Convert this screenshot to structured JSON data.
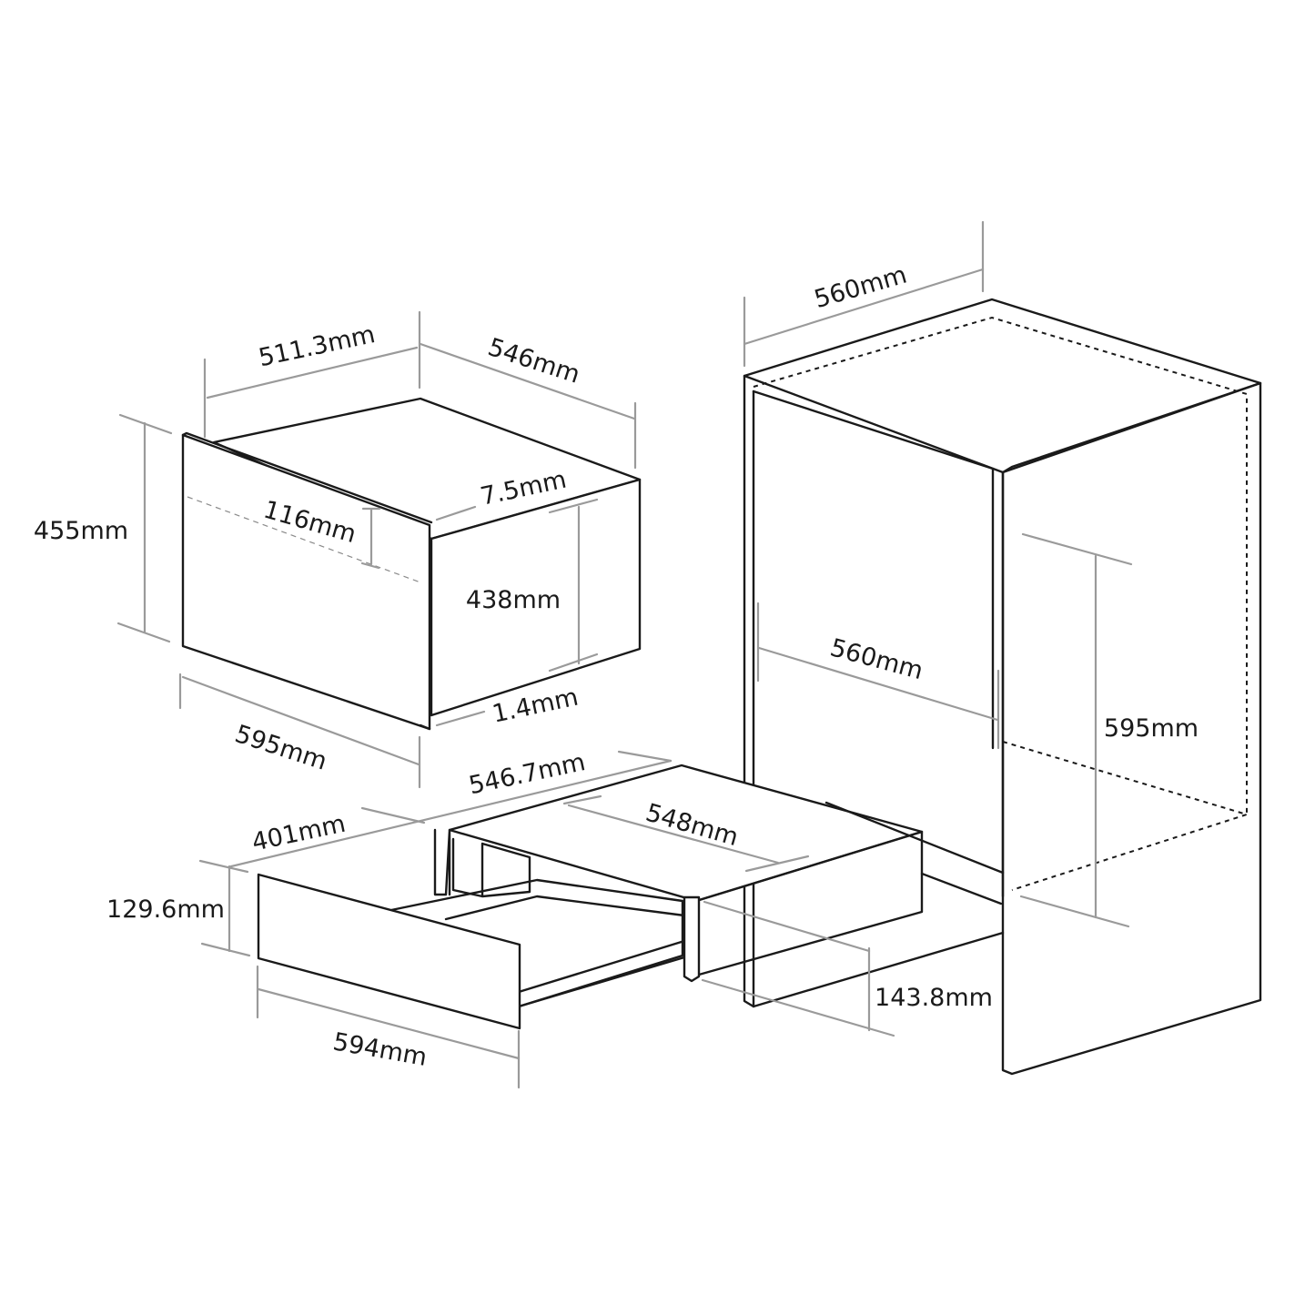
{
  "colors": {
    "outline": "#1a1a1a",
    "dimension_line": "#9a9a9a",
    "background": "#ffffff"
  },
  "oven": {
    "width_top": "511.3mm",
    "depth_top": "546mm",
    "height_overall": "455mm",
    "control_panel_height": "116mm",
    "front_panel_thickness": "7.5mm",
    "body_height": "438mm",
    "bottom_step": "1.4mm",
    "width_front": "595mm"
  },
  "drawer": {
    "depth": "546.7mm",
    "inner_width": "401mm",
    "front_height": "129.6mm",
    "box_depth": "548mm",
    "box_height": "143.8mm",
    "front_width": "594mm"
  },
  "cabinet": {
    "width_top": "560mm",
    "inner_width": "560mm",
    "inner_height": "595mm"
  }
}
